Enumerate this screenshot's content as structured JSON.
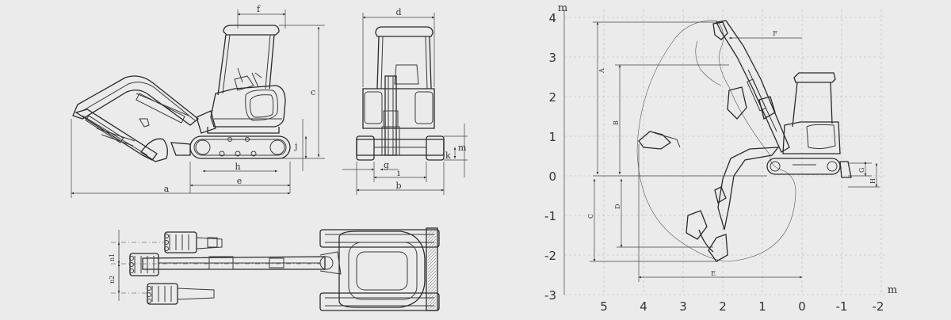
{
  "side_view": {
    "labels": {
      "a": "a",
      "c": "c",
      "e": "e",
      "f": "f",
      "h": "h",
      "j": "j"
    }
  },
  "front_view": {
    "labels": {
      "b": "b",
      "d": "d",
      "g": "g",
      "i": "i",
      "k": "k",
      "m": "m"
    }
  },
  "top_view": {
    "labels": {
      "n1": "n1",
      "n2": "n2"
    }
  },
  "working_range": {
    "units": {
      "y": "m",
      "x": "m"
    },
    "y_ticks": [
      "4",
      "3",
      "2",
      "1",
      "0",
      "-1",
      "-2",
      "-3"
    ],
    "x_ticks": [
      "5",
      "4",
      "3",
      "2",
      "1",
      "0",
      "-1",
      "-2"
    ],
    "dimension_labels": {
      "A": "A",
      "B": "B",
      "C": "C",
      "D": "D",
      "E": "E",
      "F": "F",
      "G": "G",
      "H": "H"
    }
  }
}
